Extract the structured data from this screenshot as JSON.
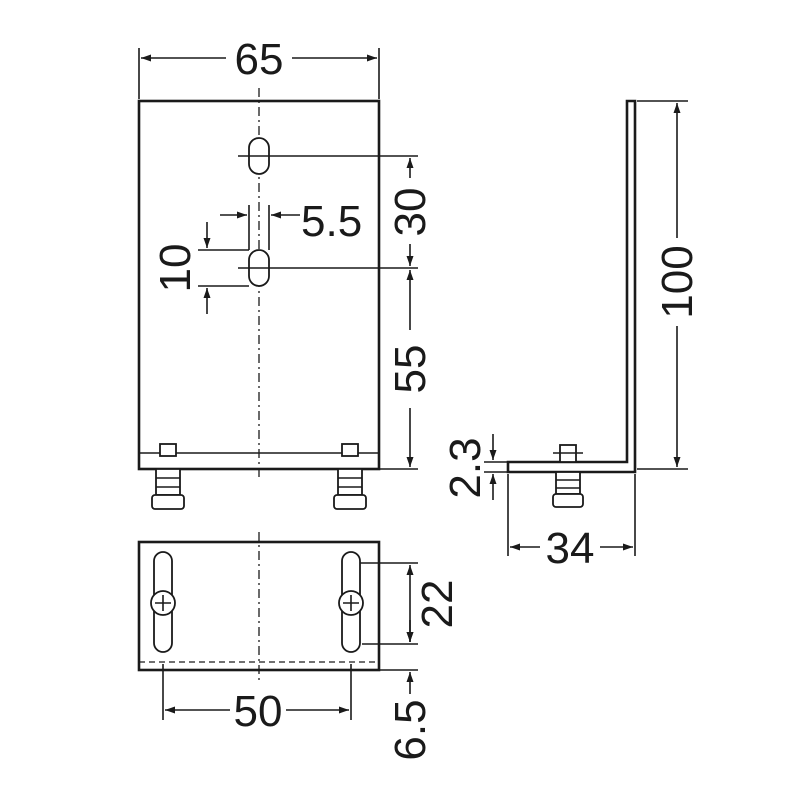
{
  "dimensions": {
    "width_front": "65",
    "slot_width": "5.5",
    "slot_length": "10",
    "hole_spacing": "30",
    "lower_distance": "55",
    "height": "100",
    "thickness": "2.3",
    "depth": "34",
    "bolt_spacing": "22",
    "bolt_pitch": "50",
    "edge_offset": "6.5"
  }
}
